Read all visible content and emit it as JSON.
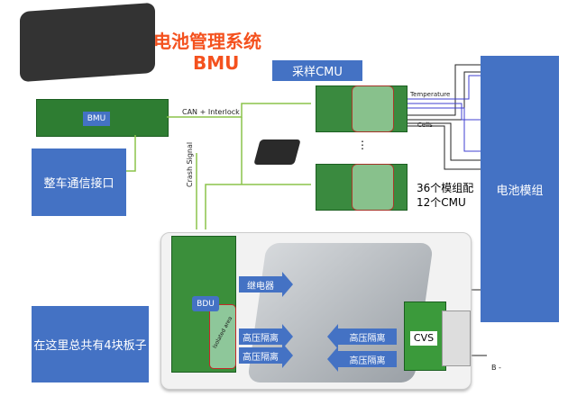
{
  "title": {
    "line1": "电池管理系统",
    "line2": "BMU"
  },
  "labels": {
    "bmu": "BMU",
    "can": "CAN + Interlock",
    "crash": "Crash Signal",
    "cmu_box": "采样CMU",
    "temperature": "Temperature",
    "cells": "Cells",
    "dots": "⋮",
    "cmu_count1": "36个模组配",
    "cmu_count2": "12个CMU",
    "battery": "电池模组",
    "vehicle_if": "整车通信接口",
    "boards": "在这里总共有4块板子",
    "bdu": "BDU",
    "relay": "继电器",
    "hv1": "高压隔离",
    "hv2": "高压隔离",
    "hv3": "高压隔离",
    "hv4": "高压隔离",
    "cvs": "CVS",
    "bminus": "B -",
    "isolated": "Isolated area"
  },
  "colors": {
    "accent": "#4472c4",
    "title": "#f4511e",
    "line_green": "#8bc34a"
  }
}
